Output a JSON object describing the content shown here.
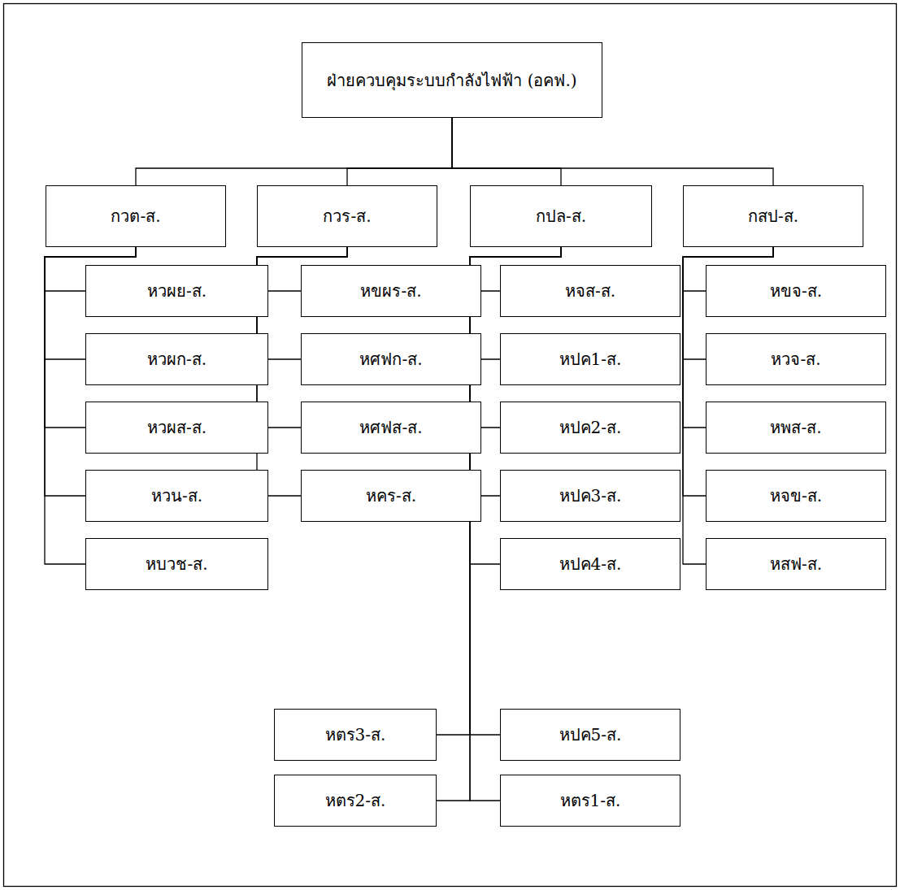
{
  "diagram": {
    "nodes": [
      {
        "text": [
          "ฝ่ายควบคุมระบบกำลังไฟฟ้า (อคฟ.)"
        ]
      },
      {
        "text": [
          "กวต-ส."
        ]
      },
      {
        "text": [
          "กวร-ส."
        ]
      },
      {
        "text": [
          "กปล-ส."
        ]
      },
      {
        "text": [
          "กสป-ส."
        ]
      },
      {
        "text": [
          "หวผย-ส."
        ]
      },
      {
        "text": [
          "หวผก-ส."
        ]
      },
      {
        "text": [
          "หวผส-ส."
        ]
      },
      {
        "text": [
          "หวน-ส."
        ]
      },
      {
        "text": [
          "หบวช-ส."
        ]
      },
      {
        "text": [
          "หขผร-ส."
        ]
      },
      {
        "text": [
          "หศฟก-ส."
        ]
      },
      {
        "text": [
          "หศฟส-ส."
        ]
      },
      {
        "text": [
          "หคร-ส."
        ]
      },
      {
        "text": [
          "หจส-ส."
        ]
      },
      {
        "text": [
          "หปค1-ส."
        ]
      },
      {
        "text": [
          "หปค2-ส."
        ]
      },
      {
        "text": [
          "หปค3-ส."
        ]
      },
      {
        "text": [
          "หปค4-ส."
        ]
      },
      {
        "text": [
          "หปค5-ส."
        ]
      },
      {
        "text": [
          "หตร1-ส."
        ]
      },
      {
        "text": [
          "หตร3-ส."
        ]
      },
      {
        "text": [
          "หตร2-ส."
        ]
      },
      {
        "text": [
          "หขจ-ส."
        ]
      },
      {
        "text": [
          "หวจ-ส."
        ]
      },
      {
        "text": [
          "หพส-ส."
        ]
      },
      {
        "text": [
          "หจข-ส."
        ]
      },
      {
        "text": [
          "หสฟ-ส."
        ]
      }
    ],
    "edges": [
      {
        "from": 0,
        "to": 1,
        "arrow": "none"
      },
      {
        "from": 0,
        "to": 2,
        "arrow": "none"
      },
      {
        "from": 0,
        "to": 3,
        "arrow": "none"
      },
      {
        "from": 0,
        "to": 4,
        "arrow": "none"
      },
      {
        "from": 1,
        "to": 5,
        "arrow": "none"
      },
      {
        "from": 1,
        "to": 6,
        "arrow": "none"
      },
      {
        "from": 1,
        "to": 7,
        "arrow": "none"
      },
      {
        "from": 1,
        "to": 8,
        "arrow": "none"
      },
      {
        "from": 1,
        "to": 9,
        "arrow": "none"
      },
      {
        "from": 2,
        "to": 10,
        "arrow": "none"
      },
      {
        "from": 2,
        "to": 11,
        "arrow": "none"
      },
      {
        "from": 2,
        "to": 12,
        "arrow": "none"
      },
      {
        "from": 2,
        "to": 13,
        "arrow": "none"
      },
      {
        "from": 3,
        "to": 14,
        "arrow": "none"
      },
      {
        "from": 3,
        "to": 15,
        "arrow": "none"
      },
      {
        "from": 3,
        "to": 16,
        "arrow": "none"
      },
      {
        "from": 3,
        "to": 17,
        "arrow": "none"
      },
      {
        "from": 3,
        "to": 18,
        "arrow": "none"
      },
      {
        "from": 3,
        "to": 19,
        "arrow": "none"
      },
      {
        "from": 3,
        "to": 20,
        "arrow": "none"
      },
      {
        "from": 3,
        "to": 21,
        "arrow": "none"
      },
      {
        "from": 3,
        "to": 22,
        "arrow": "none"
      },
      {
        "from": 4,
        "to": 23,
        "arrow": "none"
      },
      {
        "from": 4,
        "to": 24,
        "arrow": "none"
      },
      {
        "from": 4,
        "to": 25,
        "arrow": "none"
      },
      {
        "from": 4,
        "to": 26,
        "arrow": "none"
      },
      {
        "from": 4,
        "to": 27,
        "arrow": "none"
      }
    ]
  }
}
